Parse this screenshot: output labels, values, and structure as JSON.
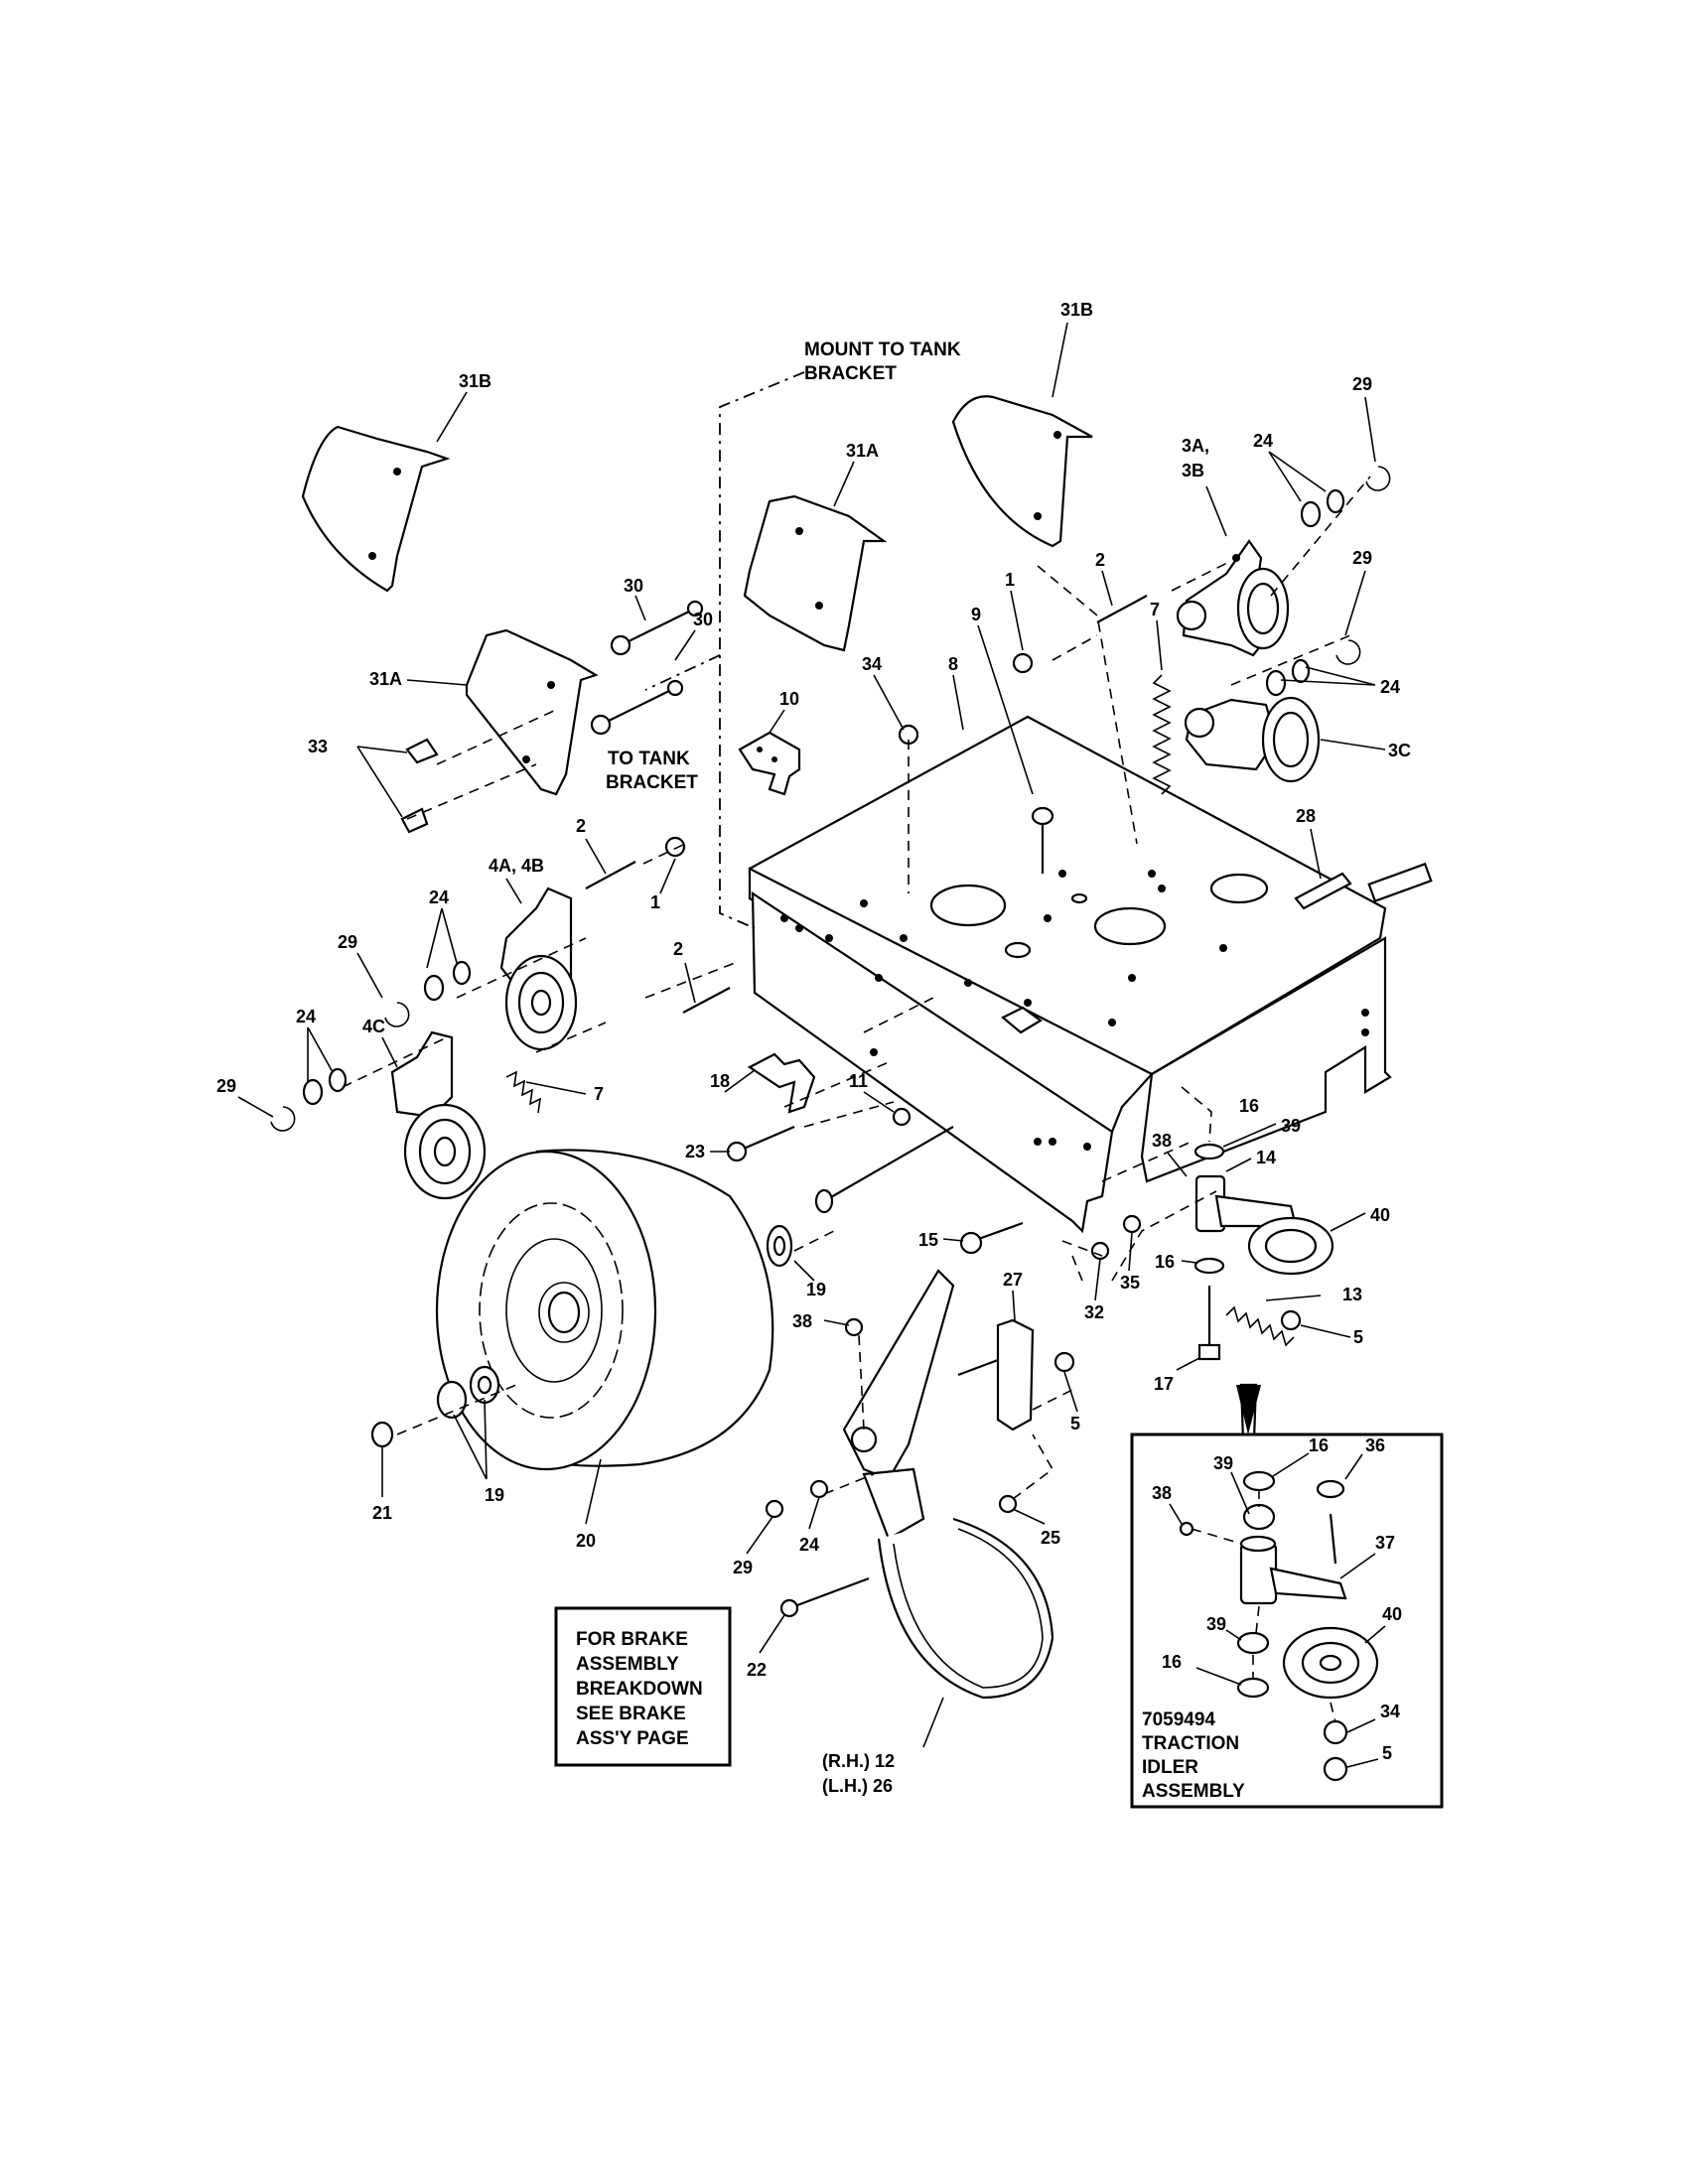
{
  "callouts": {
    "c31b_left": "31B",
    "c31b_right": "31B",
    "c31a_upper": "31A",
    "c31a_left": "31A",
    "c30a": "30",
    "c30b": "30",
    "c33": "33",
    "c10": "10",
    "c34_top": "34",
    "c8": "8",
    "c9": "9",
    "c1_top": "1",
    "c2_top": "2",
    "c7_top": "7",
    "c3ab": "3A,\n3B",
    "c3ab_l1": "3A,",
    "c3ab_l2": "3B",
    "c24_top": "24",
    "c29_top": "29",
    "c29_mid": "29",
    "c24_mid": "24",
    "c3c": "3C",
    "c28": "28",
    "c2_mid": "2",
    "c1_mid": "1",
    "c4ab": "4A, 4B",
    "c24_left": "24",
    "c29_left": "29",
    "c2_low": "2",
    "c4c": "4C",
    "c24_low": "24",
    "c29_low": "29",
    "c7_low": "7",
    "c18": "18",
    "c11": "11",
    "c23": "23",
    "c16_a": "16",
    "c39_a": "39",
    "c38_a": "38",
    "c14": "14",
    "c40_a": "40",
    "c15": "15",
    "c19_a": "19",
    "c16_b": "16",
    "c35": "35",
    "c32": "32",
    "c13": "13",
    "c5_a": "5",
    "c17": "17",
    "c27": "27",
    "c38_b": "38",
    "c5_b": "5",
    "c21": "21",
    "c19_b": "19",
    "c20": "20",
    "c24_bot": "24",
    "c29_bot": "29",
    "c25": "25",
    "c22": "22",
    "c12_26_l1": "(R.H.) 12",
    "c12_26_l2": "(L.H.) 26",
    "inset_16_a": "16",
    "inset_39_a": "39",
    "inset_36": "36",
    "inset_38": "38",
    "inset_37": "37",
    "inset_39_b": "39",
    "inset_40": "40",
    "inset_16_b": "16",
    "inset_34": "34",
    "inset_5": "5"
  },
  "notes": {
    "mount_to_tank_l1": "MOUNT TO TANK",
    "mount_to_tank_l2": "BRACKET",
    "to_tank_l1": "TO  TANK",
    "to_tank_l2": "BRACKET"
  },
  "brake_box": {
    "lines": [
      "FOR BRAKE",
      "ASSEMBLY",
      "BREAKDOWN",
      "SEE BRAKE",
      "ASS'Y PAGE"
    ]
  },
  "inset": {
    "lines": [
      "7059494",
      "TRACTION",
      "IDLER",
      "ASSEMBLY"
    ]
  }
}
